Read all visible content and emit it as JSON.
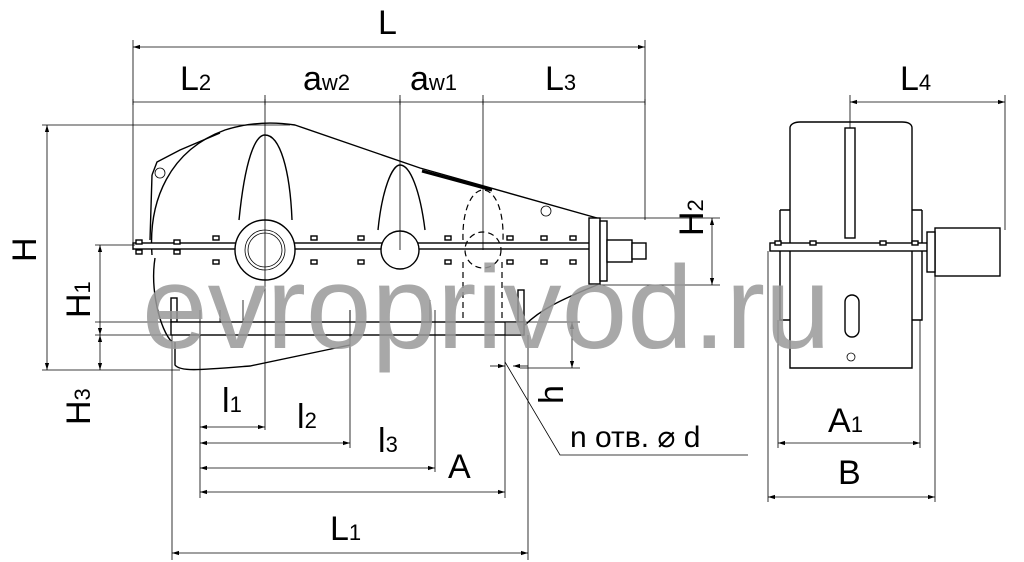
{
  "watermark": "evroprivod.ru",
  "labels": {
    "L": {
      "main": "L",
      "sub": ""
    },
    "L2": {
      "main": "L",
      "sub": "2"
    },
    "aw2": {
      "main": "a",
      "sub": "w2"
    },
    "aw1": {
      "main": "a",
      "sub": "w1"
    },
    "L3": {
      "main": "L",
      "sub": "3"
    },
    "L4": {
      "main": "L",
      "sub": "4"
    },
    "H": {
      "main": "H",
      "sub": ""
    },
    "H1": {
      "main": "H",
      "sub": "1"
    },
    "H2": {
      "main": "H",
      "sub": "2"
    },
    "H3": {
      "main": "H",
      "sub": "3"
    },
    "h": {
      "main": "h",
      "sub": ""
    },
    "l1": {
      "main": "l",
      "sub": "1"
    },
    "l2": {
      "main": "l",
      "sub": "2"
    },
    "l3": {
      "main": "l",
      "sub": "3"
    },
    "A": {
      "main": "A",
      "sub": ""
    },
    "L1": {
      "main": "L",
      "sub": "1"
    },
    "A1": {
      "main": "A",
      "sub": "1"
    },
    "B": {
      "main": "B",
      "sub": ""
    }
  },
  "holes_note": "n отв. ⌀ d"
}
